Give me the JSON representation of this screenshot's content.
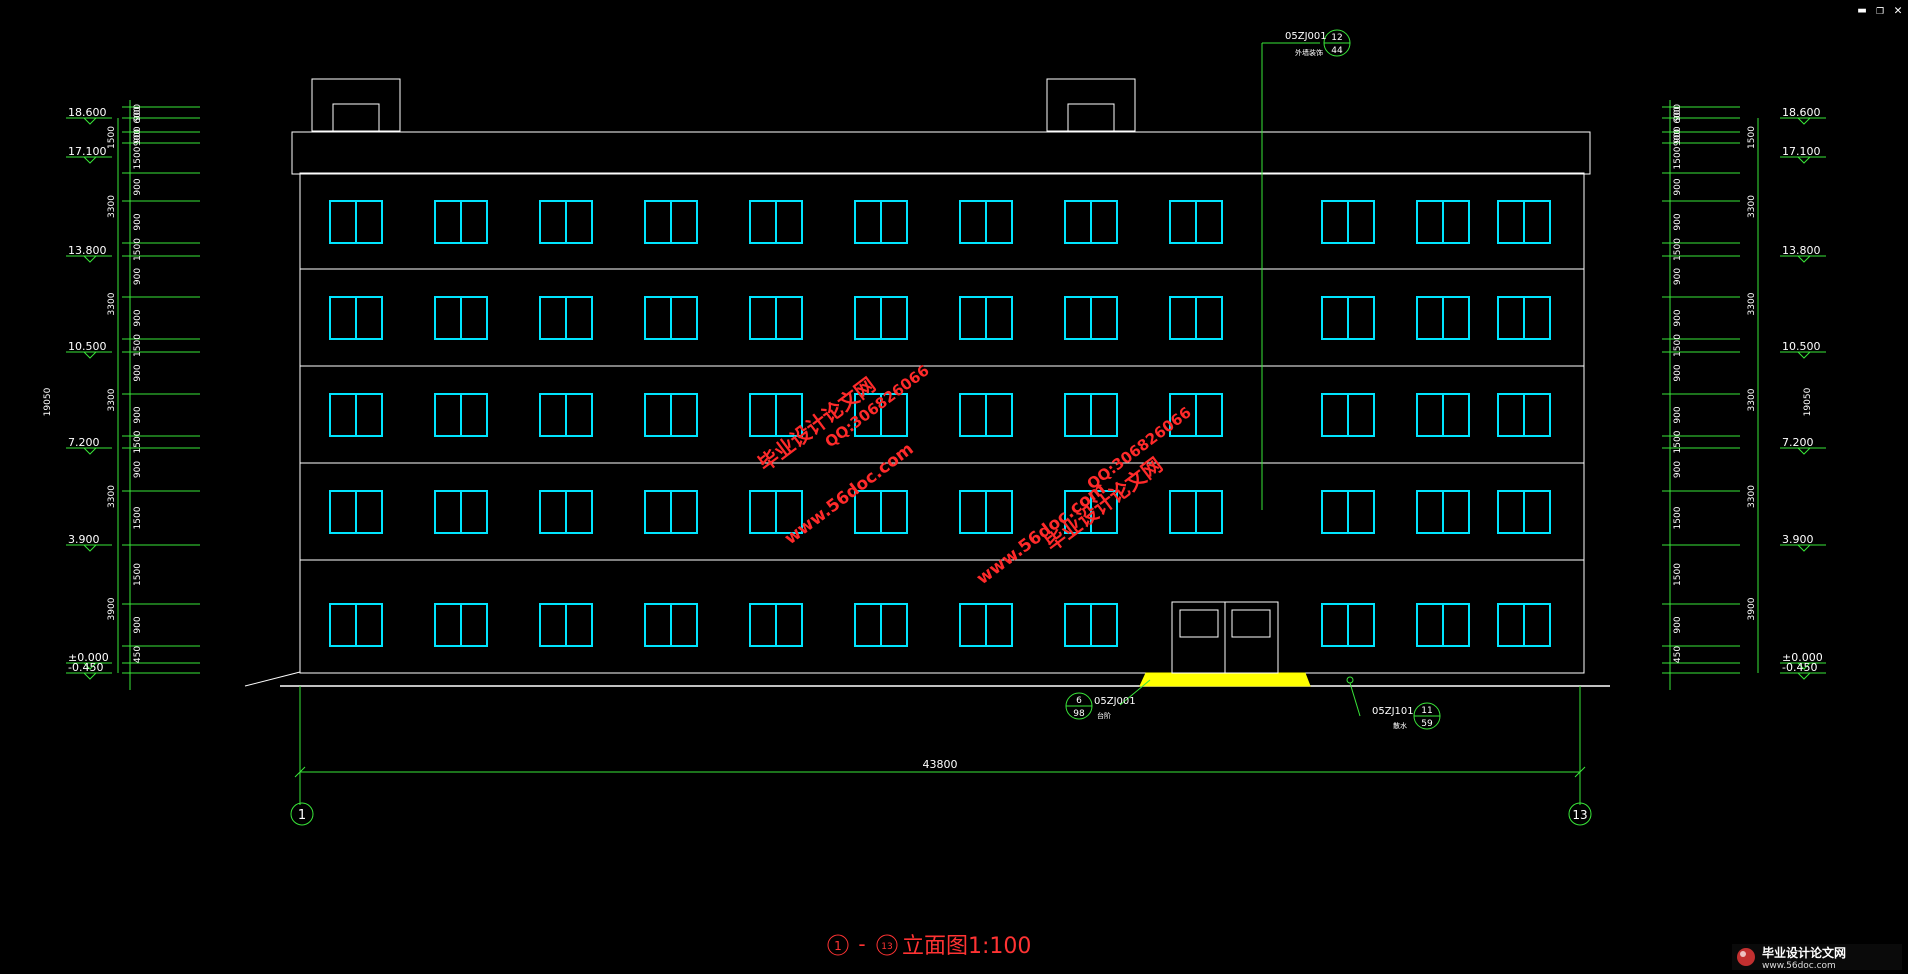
{
  "window_controls": {
    "minimize": "▬",
    "restore": "❐",
    "close": "✕"
  },
  "elevation_labels": [
    "18.600",
    "17.100",
    "13.800",
    "10.500",
    "7.200",
    "3.900",
    "±0.000",
    "-0.450"
  ],
  "segment_dims_inner": [
    "900",
    "900 600",
    "900",
    "1500",
    "900",
    "900",
    "1500",
    "900",
    "900",
    "1500",
    "900",
    "900",
    "1500",
    "900",
    "1500",
    "1500",
    "900",
    "450"
  ],
  "storey_dims": [
    "1500",
    "3300",
    "3300",
    "3300",
    "3300",
    "3900"
  ],
  "total_height": "19050",
  "callout_top": {
    "code": "05ZJ001",
    "num": "12",
    "page": "44",
    "caption": "外墙装饰"
  },
  "callout_steps": {
    "code": "05ZJ001",
    "num": "6",
    "page": "98",
    "caption": "台阶"
  },
  "callout_apron": {
    "code": "05ZJ101",
    "num": "11",
    "page": "59",
    "caption": "散水"
  },
  "total_width": "43800",
  "axis_left": "1",
  "axis_right": "13",
  "title": {
    "axis_a": "1",
    "dash": "-",
    "axis_b": "13",
    "text": "立面图1:100"
  },
  "watermark": {
    "cn": "毕业设计论文网",
    "url": "www.56doc.com",
    "qq": "QQ:306826066"
  },
  "brand": {
    "cn": "毕业设计论文网",
    "url": "www.56doc.com"
  },
  "colors": {
    "line": "#ffffff",
    "window": "#00e5ff",
    "dimension": "#39e639",
    "hatch": "#ffff00",
    "watermark": "#ff2a2a",
    "title": "#ff3333"
  }
}
